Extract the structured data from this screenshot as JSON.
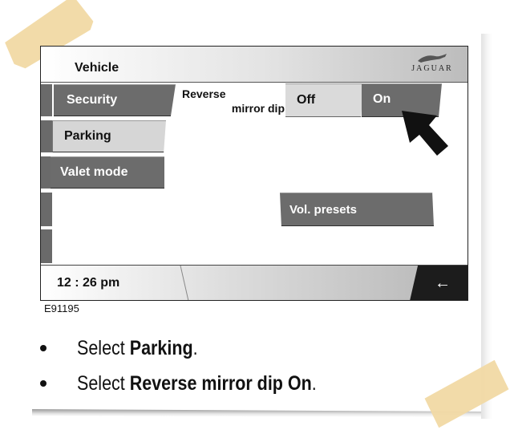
{
  "header": {
    "title": "Vehicle",
    "brand": "JAGUAR"
  },
  "menu": {
    "security": "Security",
    "parking": "Parking",
    "valet": "Valet mode"
  },
  "setting": {
    "label_line1": "Reverse",
    "label_line2": "mirror dip",
    "off": "Off",
    "on": "On"
  },
  "vol_presets": "Vol. presets",
  "status": {
    "clock": "12 : 26 pm",
    "back_icon": "back-arrow-icon"
  },
  "figure_id": "E91195",
  "instructions": [
    {
      "pre": "Select ",
      "bold": "Parking",
      "post": "."
    },
    {
      "pre": "Select ",
      "bold": "Reverse mirror dip On",
      "post": "."
    }
  ],
  "colors": {
    "button_dark": "#6c6c6c",
    "button_light": "#d6d6d6",
    "tape": "#f1d9a4"
  }
}
